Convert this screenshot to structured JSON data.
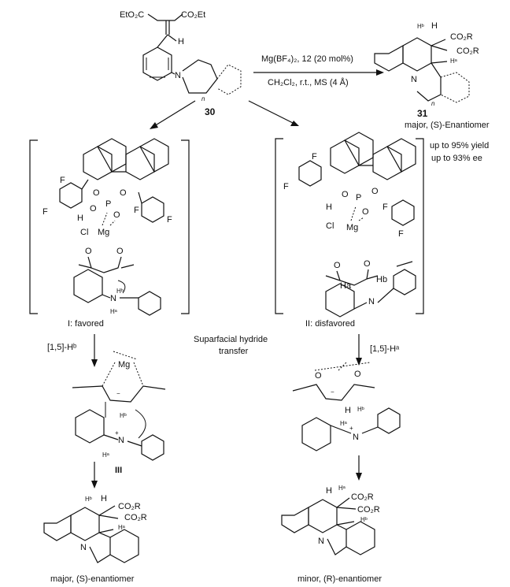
{
  "labels": {
    "top_ester_left": "EtO₂C",
    "top_ester_right": "CO₂Et",
    "top_h": "H",
    "top_n": "N",
    "top_n_index": "n",
    "compound_30": "30",
    "conditions_line1": "Mg(BF₄)₂, 12 (20 mol%)",
    "conditions_line2": "CH₂Cl₂, r.t., MS (4 Å)",
    "compound_31": "31",
    "major_top": "major, (S)-Enantiomer",
    "yield": "up to 95% yield",
    "ee": "up to 93% ee",
    "ts1_label": "I: favored",
    "ts2_label": "II: disfavored",
    "center_note_line1": "Suparfacial hydride",
    "center_note_line2": "transfer",
    "shift_left": "[1,5]-Hᵇ",
    "shift_right": "[1,5]-Hᵃ",
    "intermediate_label": "III",
    "major_bottom": "major, (S)-enantiomer",
    "minor_bottom": "minor, (R)-enantiomer",
    "atom_f": "F",
    "atom_p": "P",
    "atom_o": "O",
    "atom_mg": "Mg",
    "atom_cl": "Cl",
    "atom_h": "H",
    "atom_n": "N",
    "co2r": "CO₂R",
    "ha": "Hᵃ",
    "hb": "Hᵇ",
    "ha_plain": "Ha",
    "hb_plain": "Hb",
    "plus": "+",
    "minus": "−"
  }
}
